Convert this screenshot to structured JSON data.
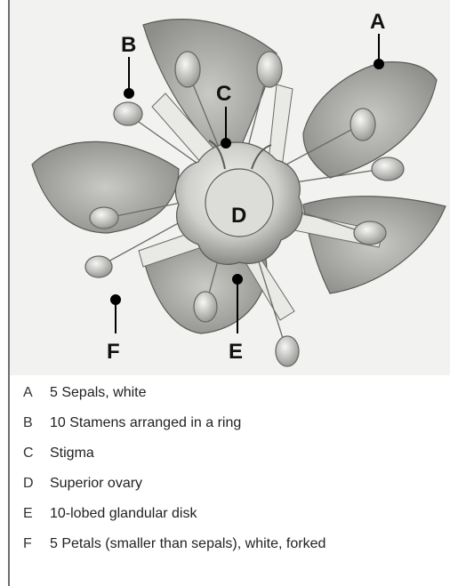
{
  "callouts": [
    {
      "letter": "A"
    },
    {
      "letter": "B"
    },
    {
      "letter": "C"
    },
    {
      "letter": "D"
    },
    {
      "letter": "E"
    },
    {
      "letter": "F"
    }
  ],
  "legend": [
    {
      "letter": "A",
      "text": "5 Sepals, white"
    },
    {
      "letter": "B",
      "text": "10 Stamens arranged in a ring"
    },
    {
      "letter": "C",
      "text": "Stigma"
    },
    {
      "letter": "D",
      "text": "Superior ovary"
    },
    {
      "letter": "E",
      "text": "10-lobed glandular disk"
    },
    {
      "letter": "F",
      "text": "5 Petals (smaller than sepals), white, forked"
    }
  ]
}
